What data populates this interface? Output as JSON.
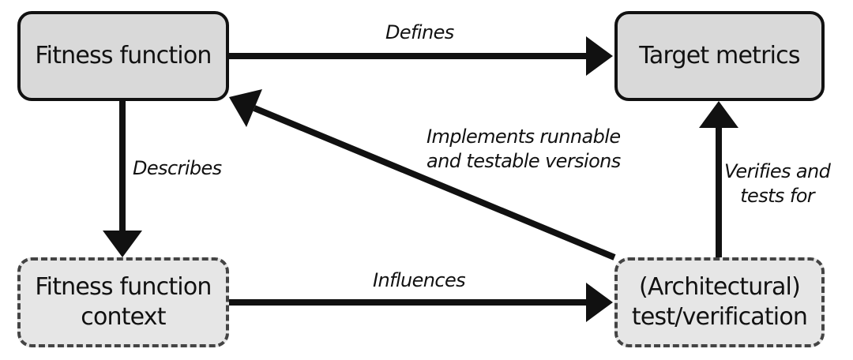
{
  "nodes": {
    "fitness_function": "Fitness function",
    "target_metrics": "Target metrics",
    "fitness_function_context": "Fitness function\ncontext",
    "architectural_test": "(Architectural)\ntest/verification"
  },
  "edges": {
    "defines": "Defines",
    "describes": "Describes",
    "implements": "Implements runnable\nand testable versions",
    "verifies": "Verifies and\ntests for",
    "influences": "Influences"
  },
  "colors": {
    "box_fill": "#d9d9d9",
    "dashed_box_fill": "#e6e6e6",
    "stroke": "#111111"
  }
}
